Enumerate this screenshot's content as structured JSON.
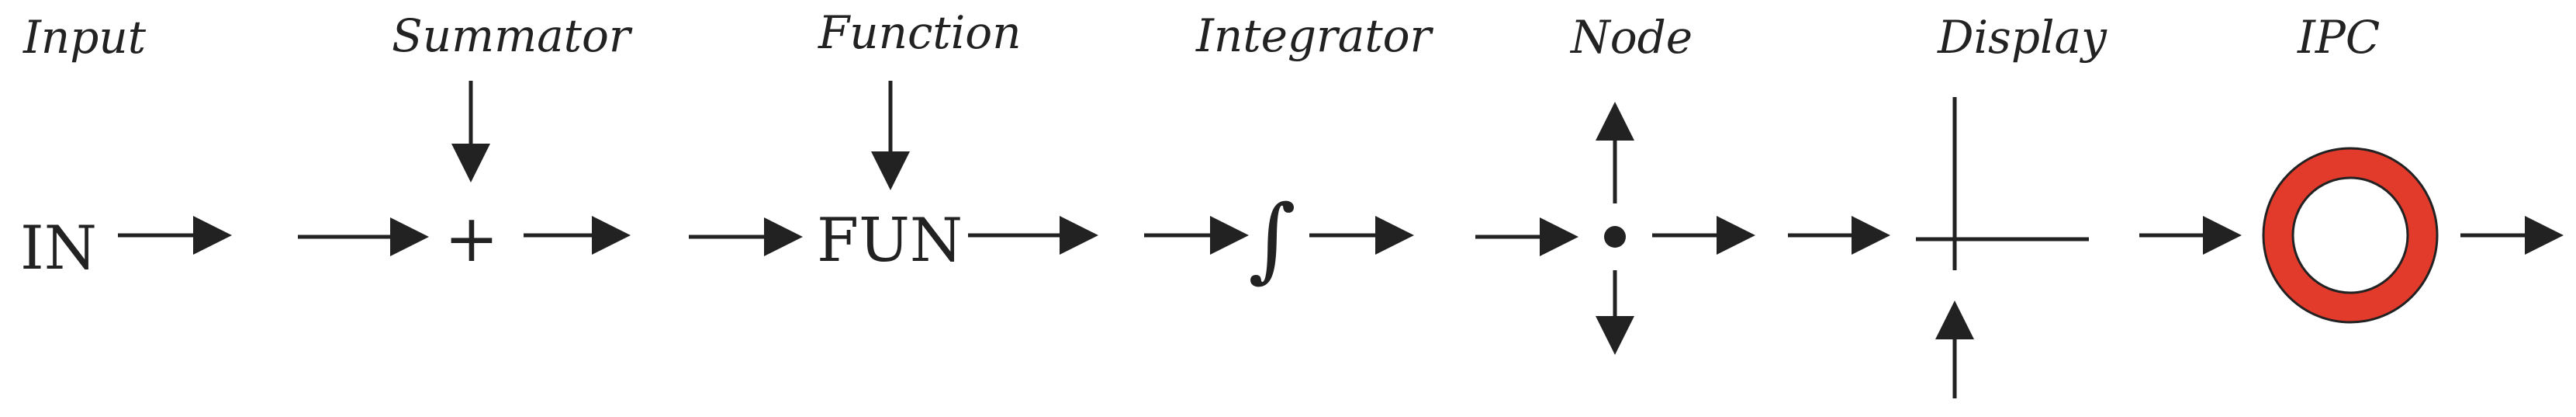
{
  "blocks": {
    "input": {
      "caption": "Input",
      "symbol": "IN"
    },
    "summator": {
      "caption": "Summator",
      "symbol": "+"
    },
    "function": {
      "caption": "Function",
      "symbol": "FUN"
    },
    "integrator": {
      "caption": "Integrator",
      "symbol": "∫"
    },
    "node": {
      "caption": "Node"
    },
    "display": {
      "caption": "Display"
    },
    "ipc": {
      "caption": "IPC"
    }
  },
  "colors": {
    "ink": "#222222",
    "ipc_ring": "#e23a2b"
  }
}
